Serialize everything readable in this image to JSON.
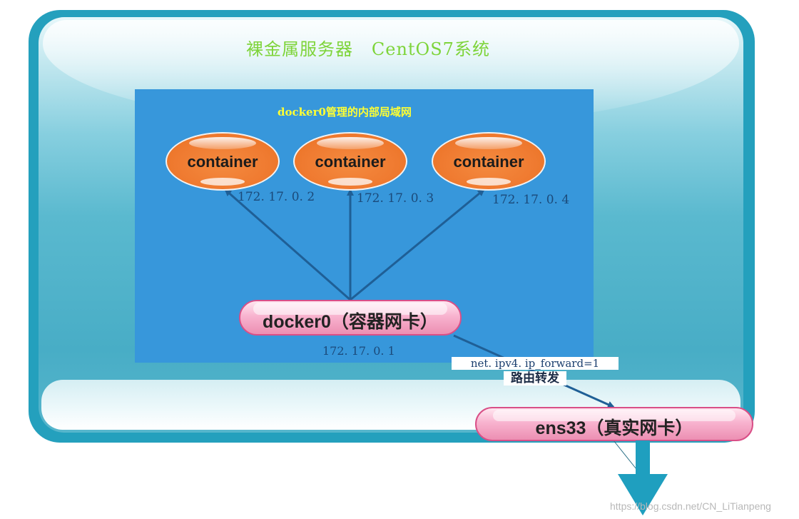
{
  "title": "裸金属服务器   CentOS7系统",
  "lan": {
    "title": "docker0管理的内部局域网"
  },
  "containers": [
    {
      "label": "container",
      "ip": "172. 17. 0. 2"
    },
    {
      "label": "container",
      "ip": "172. 17. 0. 3"
    },
    {
      "label": "container",
      "ip": "172. 17. 0. 4"
    }
  ],
  "docker0": {
    "label": "docker0（容器网卡）",
    "ip": "172. 17. 0. 1"
  },
  "forward": {
    "setting": "net. ipv4. ip_forward=1",
    "caption": "路由转发"
  },
  "ens33": {
    "label": "ens33（真实网卡）"
  },
  "watermark": "https://blog.csdn.net/CN_LiTianpeng",
  "colors": {
    "frame": "#24a0bd",
    "lan_background": "#3797db",
    "title_text": "#7ed43a",
    "lan_title_text": "#ffff33",
    "container_fill": "#ef7a30",
    "nic_fill": "#f8b3cf",
    "arrow": "#1f5f96",
    "exit_arrow": "#1f9fbf"
  },
  "icons": {
    "exit_arrow": "arrow-down-icon"
  }
}
